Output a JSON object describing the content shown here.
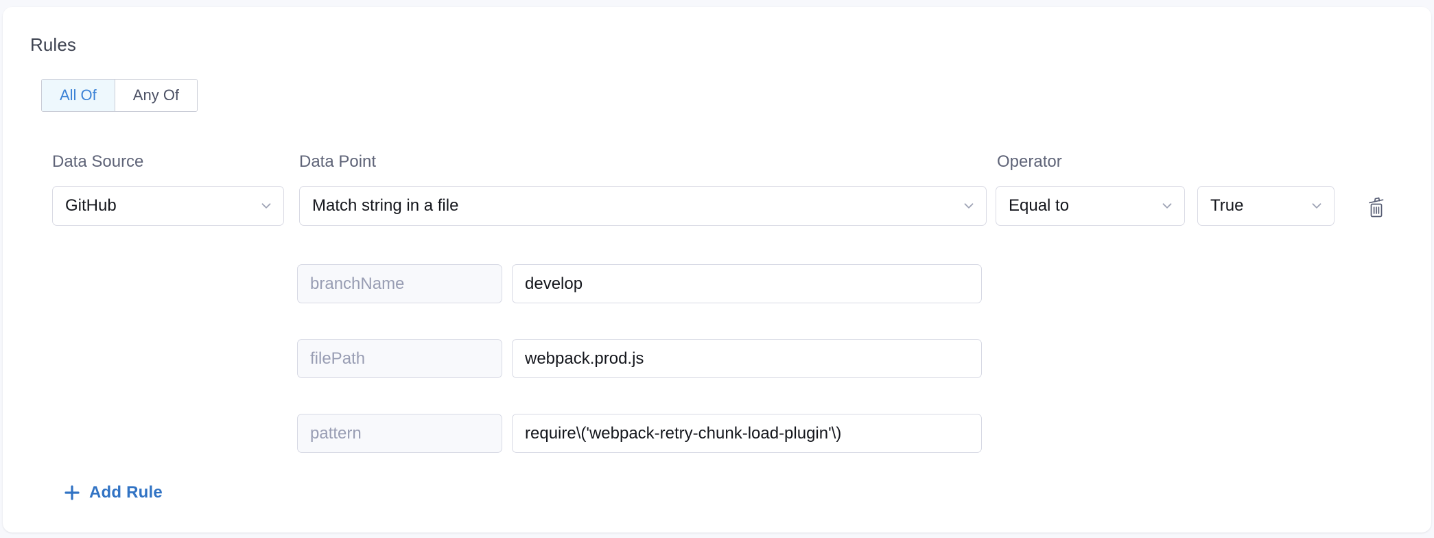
{
  "section": {
    "title": "Rules"
  },
  "match_toggle": {
    "name": "match-mode",
    "options": [
      {
        "label": "All Of",
        "active": true
      },
      {
        "label": "Any Of",
        "active": false
      }
    ],
    "active_color": "#3b82d6",
    "active_background": "#eef8fd"
  },
  "labels": {
    "data_source": "Data Source",
    "data_point": "Data Point",
    "operator": "Operator"
  },
  "rule": {
    "data_source": "GitHub",
    "data_point": "Match string in a file",
    "operator": "Equal to",
    "operator_value": "True",
    "delete_icon": "trash-icon",
    "chevron_icon": "chevron-down-icon",
    "parameters": [
      {
        "key": "branchName",
        "value": "develop"
      },
      {
        "key": "filePath",
        "value": "webpack.prod.js"
      },
      {
        "key": "pattern",
        "value": "require\\('webpack-retry-chunk-load-plugin'\\)"
      }
    ]
  },
  "add_rule": {
    "label": "Add Rule",
    "icon": "plus-icon",
    "color": "#3173c4"
  },
  "colors": {
    "card_background": "#ffffff",
    "page_background": "#f7f8fc",
    "border": "#d9dae4",
    "label_text": "#5f6478",
    "value_text": "#14161c",
    "muted_text": "#989db3"
  }
}
